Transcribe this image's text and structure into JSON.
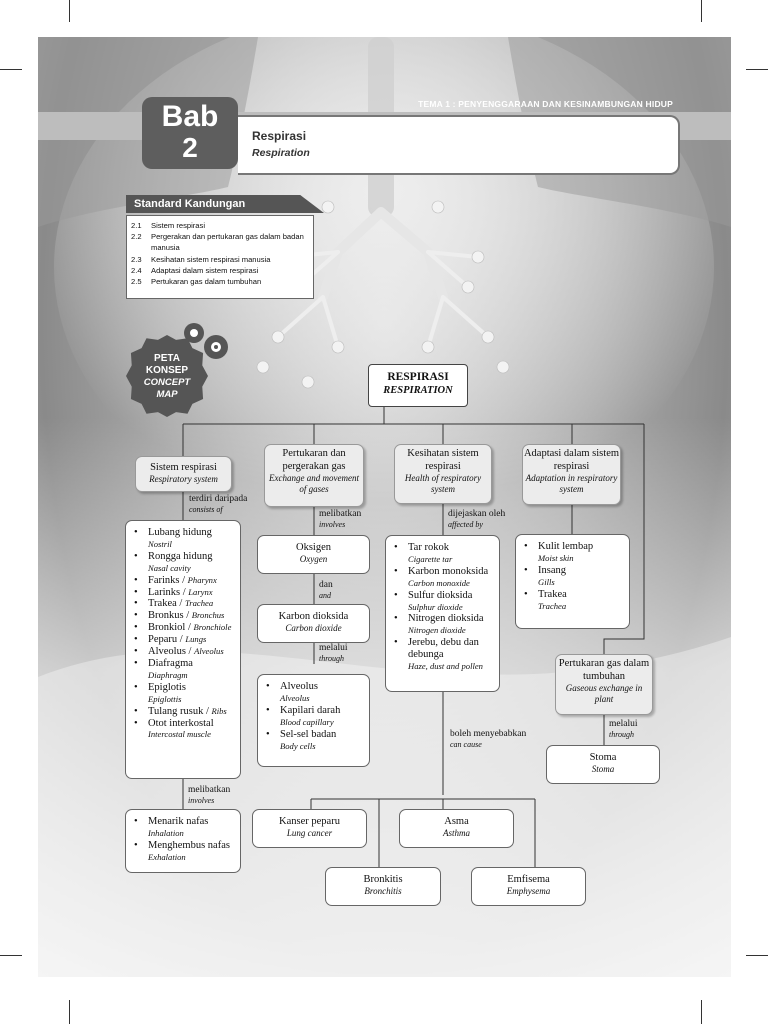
{
  "header": {
    "theme": "TEMA 1 : PENYENGGARAAN DAN KESINAMBUNGAN HIDUP",
    "bab_word": "Bab",
    "bab_number": "2",
    "title_ms": "Respirasi",
    "title_en": "Respiration"
  },
  "standard": {
    "heading": "Standard Kandungan",
    "items": [
      {
        "num": "2.1",
        "text": "Sistem respirasi"
      },
      {
        "num": "2.2",
        "text": "Pergerakan dan pertukaran gas dalam badan manusia"
      },
      {
        "num": "2.3",
        "text": "Kesihatan sistem respirasi manusia"
      },
      {
        "num": "2.4",
        "text": "Adaptasi dalam sistem respirasi"
      },
      {
        "num": "2.5",
        "text": "Pertukaran gas dalam tumbuhan"
      }
    ]
  },
  "badge": {
    "l1": "PETA",
    "l2": "KONSEP",
    "l3": "CONCEPT",
    "l4": "MAP"
  },
  "root": {
    "ms": "RESPIRASI",
    "en": "RESPIRATION"
  },
  "branches": [
    {
      "ms": "Sistem respirasi",
      "en": "Respiratory system"
    },
    {
      "ms": "Pertukaran dan pergerakan gas",
      "en": "Exchange and movement of gases"
    },
    {
      "ms": "Kesihatan sistem respirasi",
      "en": "Health of respiratory system"
    },
    {
      "ms": "Adaptasi dalam sistem respirasi",
      "en": "Adaptation in respiratory system"
    }
  ],
  "connectors": {
    "consists": {
      "ms": "terdiri daripada",
      "en": "consists of"
    },
    "involves1": {
      "ms": "melibatkan",
      "en": "involves"
    },
    "affected": {
      "ms": "dijejaskan oleh",
      "en": "affected by"
    },
    "and": {
      "ms": "dan",
      "en": "and"
    },
    "through1": {
      "ms": "melalui",
      "en": "through"
    },
    "involves2": {
      "ms": "melibatkan",
      "en": "involves"
    },
    "cause": {
      "ms": "boleh menyebabkan",
      "en": "can cause"
    },
    "through2": {
      "ms": "melalui",
      "en": "through"
    }
  },
  "parts": [
    {
      "ms": "Lubang hidung",
      "en": "Nostril"
    },
    {
      "ms": "Rongga hidung",
      "en": "Nasal cavity"
    },
    {
      "ms": "Farinks / ",
      "en": "Pharynx"
    },
    {
      "ms": "Larinks / ",
      "en": "Larynx"
    },
    {
      "ms": "Trakea / ",
      "en": "Trachea"
    },
    {
      "ms": "Bronkus / ",
      "en": "Bronchus"
    },
    {
      "ms": "Bronkiol / ",
      "en": "Bronchiole"
    },
    {
      "ms": "Peparu / ",
      "en": "Lungs"
    },
    {
      "ms": "Alveolus / ",
      "en": "Alveolus"
    },
    {
      "ms": "Diafragma",
      "en": "Diaphragm"
    },
    {
      "ms": "Epiglotis",
      "en": "Epiglottis"
    },
    {
      "ms": "Tulang rusuk / ",
      "en": "Ribs"
    },
    {
      "ms": "Otot interkostal",
      "en": "Intercostal muscle"
    }
  ],
  "breathing": [
    {
      "ms": "Menarik nafas",
      "en": "Inhalation"
    },
    {
      "ms": "Menghembus nafas",
      "en": "Exhalation"
    }
  ],
  "oxygen": {
    "ms": "Oksigen",
    "en": "Oxygen"
  },
  "co2": {
    "ms": "Karbon dioksida",
    "en": "Carbon dioxide"
  },
  "exchange_sites": [
    {
      "ms": "Alveolus",
      "en": "Alveolus"
    },
    {
      "ms": "Kapilari darah",
      "en": "Blood capillary"
    },
    {
      "ms": "Sel-sel badan",
      "en": "Body cells"
    }
  ],
  "pollutants": [
    {
      "ms": "Tar rokok",
      "en": "Cigarette tar"
    },
    {
      "ms": "Karbon monoksida",
      "en": "Carbon monoxide"
    },
    {
      "ms": "Sulfur dioksida",
      "en": "Sulphur dioxide"
    },
    {
      "ms": "Nitrogen dioksida",
      "en": "Nitrogen dioxide"
    },
    {
      "ms": "Jerebu, debu dan debunga",
      "en": "Haze, dust and pollen"
    }
  ],
  "adaptations": [
    {
      "ms": "Kulit lembap",
      "en": "Moist skin"
    },
    {
      "ms": "Insang",
      "en": "Gills"
    },
    {
      "ms": "Trakea",
      "en": "Trachea"
    }
  ],
  "plant": {
    "ms": "Pertukaran gas dalam tumbuhan",
    "en": "Gaseous exchange in plant"
  },
  "stoma": {
    "ms": "Stoma",
    "en": "Stoma"
  },
  "diseases": [
    {
      "ms": "Kanser peparu",
      "en": "Lung cancer"
    },
    {
      "ms": "Asma",
      "en": "Asthma"
    },
    {
      "ms": "Bronkitis",
      "en": "Bronchitis"
    },
    {
      "ms": "Emfisema",
      "en": "Emphysema"
    }
  ]
}
